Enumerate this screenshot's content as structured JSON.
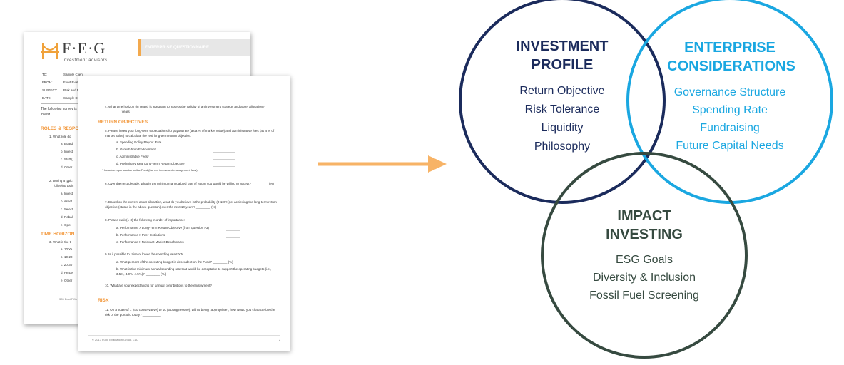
{
  "document": {
    "logo_text": "F·E·G",
    "logo_subtitle": "investment advisors",
    "banner_title": "ENTERPRISE QUESTIONNAIRE",
    "memo": [
      {
        "key": "TO:",
        "value": "Sample Client"
      },
      {
        "key": "FROM:",
        "value": "Fund Evaluation Group, LLC"
      },
      {
        "key": "SUBJECT:",
        "value": "Risk and Portfolio Construction Questionnaire"
      },
      {
        "key": "DATE:",
        "value": "Sample Date"
      }
    ],
    "intro_text": "The following survey is formulating an invest",
    "back_sections": [
      "ROLES & RESPO",
      "TIME HORIZON"
    ],
    "back_lines": [
      "1. What role do",
      "a. Board",
      "b. Invest",
      "c. Staff (",
      "d. Other",
      "2. During a typic",
      "following topic",
      "a. Invest",
      "b. Asset",
      "c. Select",
      "d. Rebal",
      "e. Oper",
      "3. What is the ti",
      "a. 10 Ye",
      "b. 10-20",
      "c. 20-30",
      "d. Perpe",
      "e. Other"
    ],
    "back_footer": "385 East Fifth",
    "front_q4": "4. What time horizon (in years) is adequate to assess the validity of an investment strategy and asset allocation? _________ years",
    "front_section_return": "RETURN OBJECTIVES",
    "front_q5": "5. Please insert your long-term expectations for payout rate (as a % of market value) and administrative fees (as a % of market value) to calculate the real long-term return objective.",
    "front_q5_items": [
      "a. Spending Policy Payout Rate",
      "b. Growth from Endowment",
      "c. Administrative Fees*",
      "d. Preliminary Real Long-Term Return Objective"
    ],
    "front_q5_note": "* Includes expenses to run the Fund (but not investment management fees)",
    "front_q6": "6. Over the next decade, what is the minimum annualized rate of return you would be willing to accept? _________ (%)",
    "front_q7": "7. Based on the current asset allocation, what do you believe is the probability (0-100%) of achieving the long-term return objective (stated in the above question) over the next 10 years? ________ (%)",
    "front_q8": "8. Please rank (1-3) the following in order of importance:",
    "front_q8_items": [
      "a. Performance > Long-Term Return Objective (from question #3)",
      "b. Performance > Peer Institutions",
      "c. Performance > Relevant Market Benchmarks"
    ],
    "front_q9": "9. Is it possible to raise or lower the spending rate? Y/N",
    "front_q9_items": [
      "a. What percent of the operating budget is dependent on the Fund? ________ (%)",
      "b. What is the minimum annual spending rate that would be acceptable to support the operating budgets (i.e., 3.5%, 4.0%, 4.5%)? ________ (%)"
    ],
    "front_q10": "10. What are your expectations for annual contributions to the endowment? ___________________",
    "front_section_risk": "RISK",
    "front_q11": "11. On a scale of 1 (too conservative) to 10 (too aggressive), with 5 being \"appropriate\", how would you characterize the risk of the portfolio today? __________",
    "front_footer": "© 2017 Fund Evaluation Group, LLC",
    "front_page_number": "2"
  },
  "diagram": {
    "circles": [
      {
        "title_lines": [
          "INVESTMENT",
          "PROFILE"
        ],
        "items": [
          "Return Objective",
          "Risk Tolerance",
          "Liquidity",
          "Philosophy"
        ],
        "color": "#1b2b5c"
      },
      {
        "title_lines": [
          "ENTERPRISE",
          "CONSIDERATIONS"
        ],
        "items": [
          "Governance Structure",
          "Spending Rate",
          "Fundraising",
          "Future Capital Needs"
        ],
        "color": "#1aa7e1"
      },
      {
        "title_lines": [
          "IMPACT",
          "INVESTING"
        ],
        "items": [
          "ESG Goals",
          "Diversity & Inclusion",
          "Fossil Fuel Screening"
        ],
        "color": "#364a40"
      }
    ],
    "overlap_color": "#f3a84f",
    "arrow_color": "#f7b366"
  }
}
